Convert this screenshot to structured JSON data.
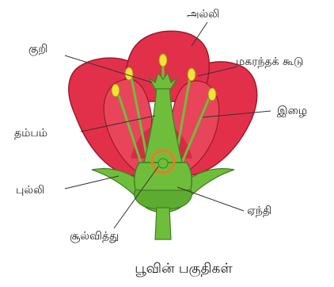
{
  "labels": {
    "petal": "அல்லி",
    "stigma": "குறி",
    "anther": "மகரந்தக் கூடு",
    "filament": "இழை",
    "style": "தம்பம்",
    "sepal": "புல்லி",
    "ovary": "ஏந்தி",
    "ovule": "சூல்வித்து"
  },
  "caption": "பூவின் பகுதிகள்",
  "colors": {
    "petal": "#e3304a",
    "petal_dark": "#c81e37",
    "green": "#6fbe3b",
    "green_dark": "#4e9a2a",
    "anther": "#f2e23a",
    "ovule_ring": "#f07a24"
  }
}
